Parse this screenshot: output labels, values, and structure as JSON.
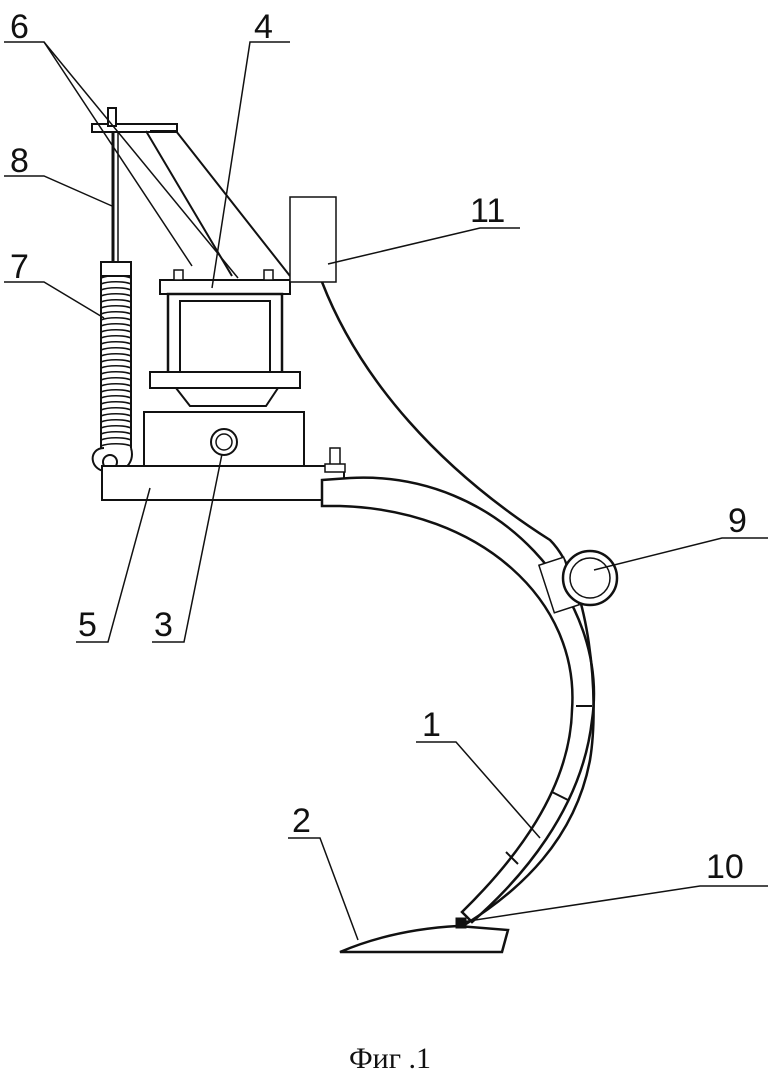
{
  "callouts": [
    {
      "id": "1",
      "text": "1"
    },
    {
      "id": "2",
      "text": "2"
    },
    {
      "id": "3",
      "text": "3"
    },
    {
      "id": "4",
      "text": "4"
    },
    {
      "id": "5",
      "text": "5"
    },
    {
      "id": "6",
      "text": "6"
    },
    {
      "id": "7",
      "text": "7"
    },
    {
      "id": "8",
      "text": "8"
    },
    {
      "id": "9",
      "text": "9"
    },
    {
      "id": "10",
      "text": "10"
    },
    {
      "id": "11",
      "text": "11"
    }
  ],
  "caption": "Фиг .1",
  "colors": {
    "line": "#111111",
    "background": "#ffffff"
  }
}
